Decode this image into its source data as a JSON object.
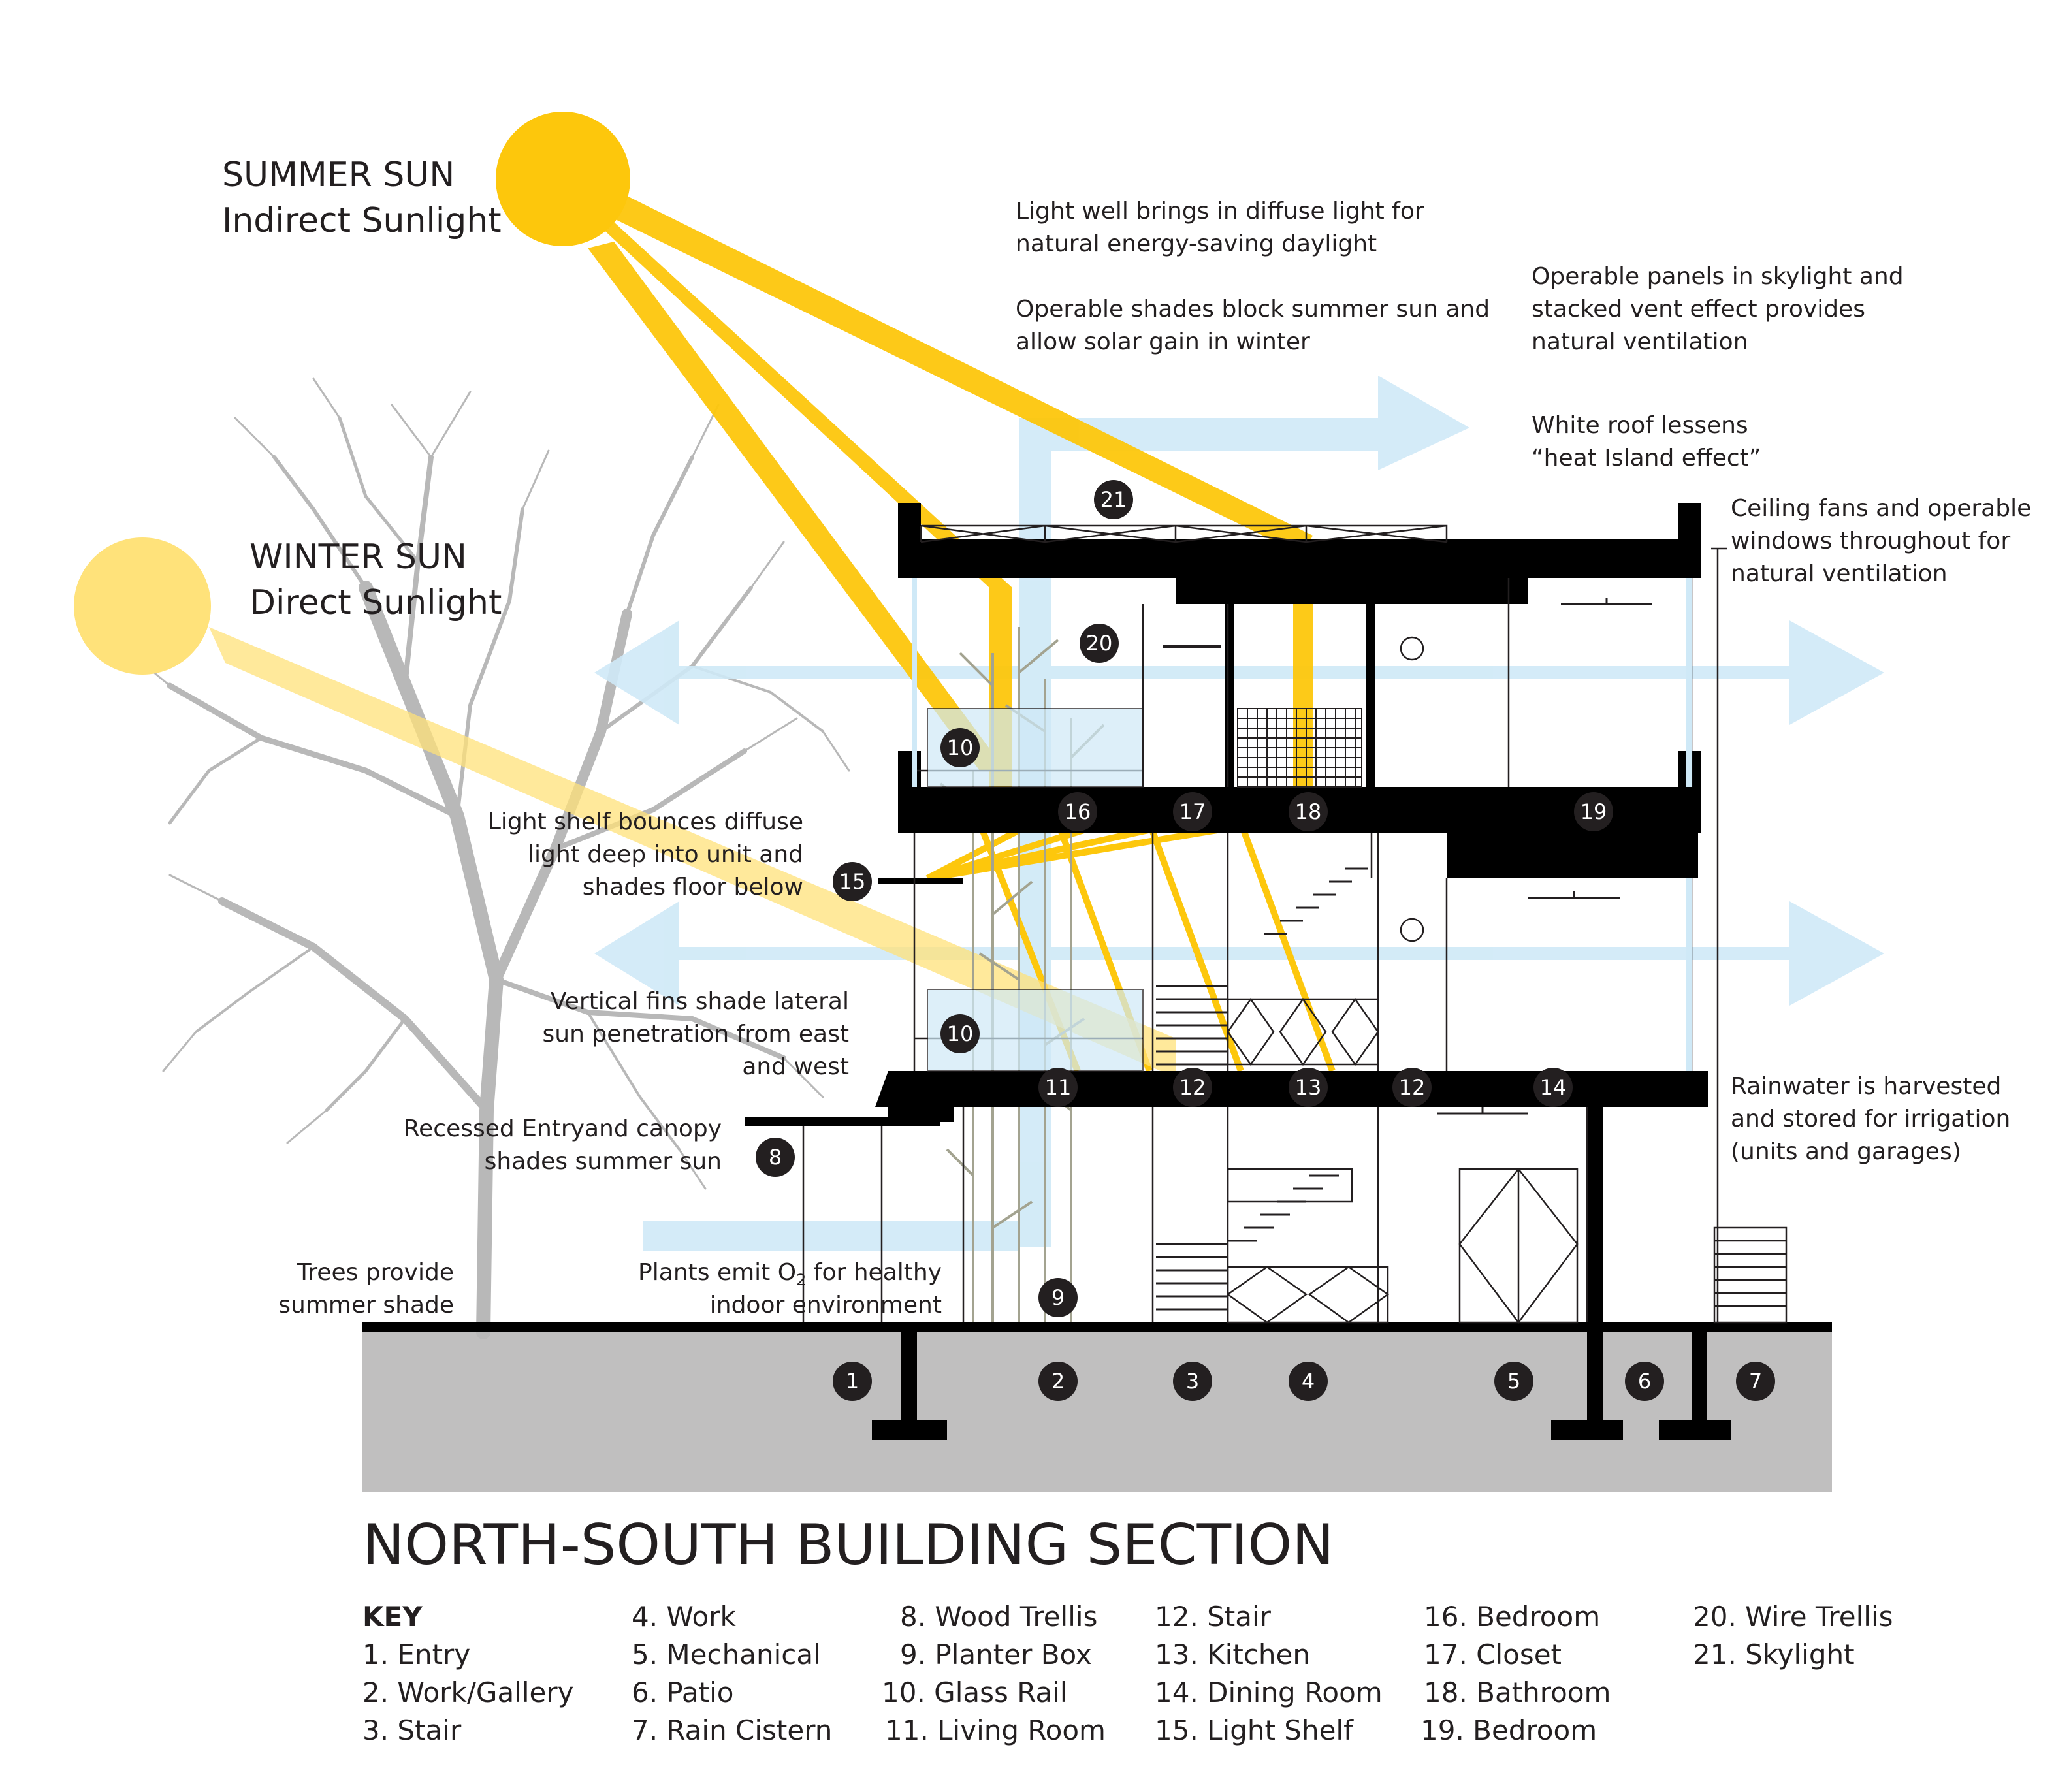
{
  "sun_labels": {
    "summer_title": "SUMMER SUN",
    "summer_sub": "Indirect Sunlight",
    "winter_title": "WINTER SUN",
    "winter_sub": "Direct Sunlight"
  },
  "annotations": {
    "light_well": [
      "Light well brings in diffuse light for",
      "natural energy-saving daylight"
    ],
    "operable_shades": [
      "Operable shades block summer sun and",
      "allow solar gain in winter"
    ],
    "operable_panels": [
      "Operable panels in skylight and",
      "stacked vent effect provides",
      "natural ventilation"
    ],
    "white_roof": [
      "White roof lessens",
      "“heat Island effect”"
    ],
    "ceiling_fans": [
      "Ceiling fans and operable",
      "windows throughout for",
      "natural ventilation"
    ],
    "light_shelf": [
      "Light shelf bounces diffuse",
      "light deep into unit and",
      "shades floor below"
    ],
    "vertical_fins": [
      "Vertical fins shade lateral",
      "sun penetration from east",
      "and west"
    ],
    "recessed_entry": [
      "Recessed Entryand canopy",
      "shades summer sun"
    ],
    "rainwater": [
      "Rainwater is harvested",
      "and stored for irrigation",
      "(units and garages)"
    ],
    "trees": [
      "Trees provide",
      "summer shade"
    ],
    "plants_line1_pre": "Plants emit O",
    "plants_line1_sub": "2",
    "plants_line1_post": " for healthy",
    "plants_line2": "indoor environment"
  },
  "markers": [
    "21",
    "20",
    "10",
    "16",
    "17",
    "18",
    "19",
    "15",
    "10",
    "11",
    "12",
    "13",
    "12",
    "14",
    "8",
    "9",
    "1",
    "2",
    "3",
    "4",
    "5",
    "6",
    "7"
  ],
  "title": "NORTH-SOUTH BUILDING SECTION",
  "key": {
    "heading": "KEY",
    "columns": [
      [
        "1. Entry",
        "2. Work/Gallery",
        "3. Stair"
      ],
      [
        "4. Work",
        "5. Mechanical",
        "6. Patio",
        "7. Rain Cistern"
      ],
      [
        "8. Wood Trellis",
        "9. Planter Box",
        "10.  Glass Rail",
        "11. Living Room"
      ],
      [
        "12. Stair",
        "13. Kitchen",
        "14. Dining Room",
        "15. Light Shelf"
      ],
      [
        "16. Bedroom",
        "17. Closet",
        "18. Bathroom",
        "19.  Bedroom"
      ],
      [
        "20. Wire Trellis",
        "21. Skylight"
      ]
    ]
  },
  "colors": {
    "summer_sun": "#fdc70c",
    "winter_sun": "#ffe27a",
    "airflow": "#cfe9f7",
    "structure": "#000000",
    "ground": "#c0bfbf",
    "tree": "#b8b8b8"
  }
}
